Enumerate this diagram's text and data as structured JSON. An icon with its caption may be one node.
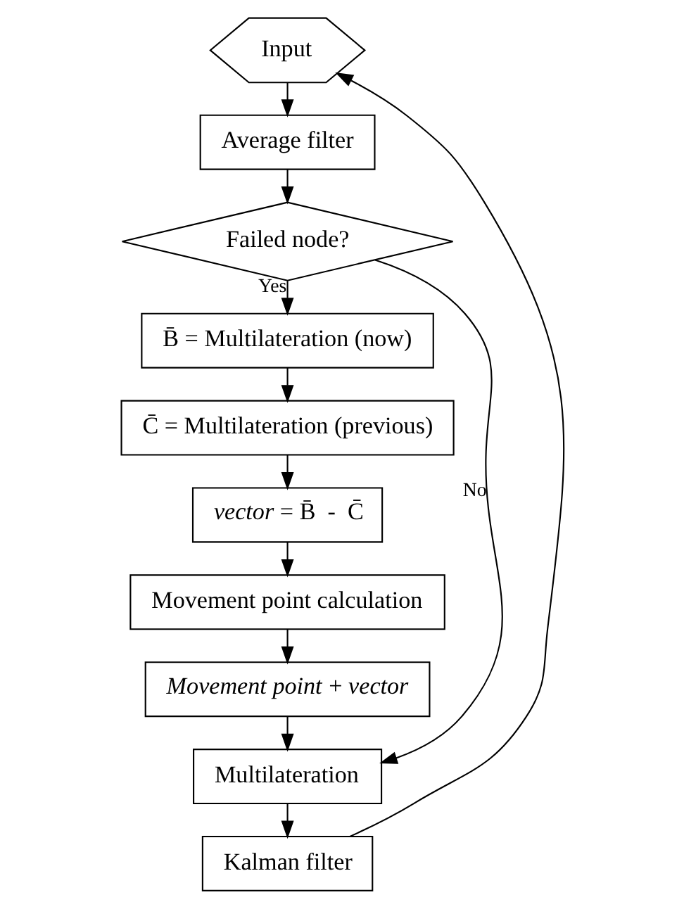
{
  "diagram": {
    "nodes": [
      {
        "text": [
          "Input"
        ]
      },
      {
        "text": [
          "Average filter"
        ]
      },
      {
        "text": [
          "Failed node?"
        ]
      },
      {
        "text": [
          "B̄ = Multilateration (now)"
        ]
      },
      {
        "text": [
          "C̄ = Multilateration (previous)"
        ]
      },
      {
        "text": [
          "*vector* = B̄  -  C̄"
        ]
      },
      {
        "text": [
          "Movement point calculation"
        ]
      },
      {
        "text": [
          "*Movement point* + *vector*"
        ]
      },
      {
        "text": [
          "Multilateration"
        ]
      },
      {
        "text": [
          "Kalman filter"
        ]
      }
    ],
    "edges": [
      {
        "from": 0,
        "to": 1,
        "arrow": "to"
      },
      {
        "from": 1,
        "to": 2,
        "arrow": "to"
      },
      {
        "from": 2,
        "to": 3,
        "arrow": "to",
        "label": "Yes"
      },
      {
        "from": 3,
        "to": 4,
        "arrow": "to"
      },
      {
        "from": 4,
        "to": 5,
        "arrow": "to"
      },
      {
        "from": 5,
        "to": 6,
        "arrow": "to"
      },
      {
        "from": 6,
        "to": 7,
        "arrow": "to"
      },
      {
        "from": 7,
        "to": 8,
        "arrow": "to"
      },
      {
        "from": 8,
        "to": 9,
        "arrow": "to"
      },
      {
        "from": 2,
        "to": 8,
        "arrow": "to",
        "label": "No"
      },
      {
        "from": 9,
        "to": 0,
        "arrow": "to"
      }
    ]
  }
}
